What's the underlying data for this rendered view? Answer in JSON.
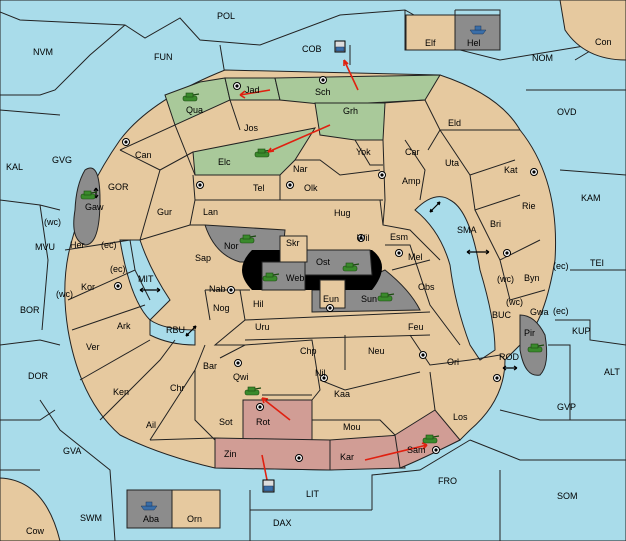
{
  "labels": {
    "POL": "POL",
    "NVM": "NVM",
    "FUN": "FUN",
    "COB": "COB",
    "Elf": "Elf",
    "Hel": "Hel",
    "Con": "Con",
    "NOM": "NOM",
    "Jad": "Jad",
    "Qua": "Qua",
    "Sch": "Sch",
    "Jos": "Jos",
    "Grh": "Grh",
    "Eld": "Eld",
    "OVD": "OVD",
    "Can": "Can",
    "Elc": "Elc",
    "Nar": "Nar",
    "Yok": "Yok",
    "Car": "Car",
    "Uta": "Uta",
    "Kat": "Kat",
    "KAL": "KAL",
    "GVG": "GVG",
    "GOR": "GOR",
    "Gaw": "Gaw",
    "Tel": "Tel",
    "Olk": "Olk",
    "Amp": "Amp",
    "KAM": "KAM",
    "Gur": "Gur",
    "Lan": "Lan",
    "Hug": "Hug",
    "Rie": "Rie",
    "Bri": "Bri",
    "wc1": "(wc)",
    "Her": "Her",
    "ec1": "(ec)",
    "Nor": "Nor",
    "Skr": "Skr",
    "Wil": "Wil",
    "Esm": "Esm",
    "SMA": "SMA",
    "MVU": "MVU",
    "Sap": "Sap",
    "Ost": "Ost",
    "Mel": "Mel",
    "TEI": "TEI",
    "ec2": "(ec)",
    "Kor": "Kor",
    "MIT": "MIT",
    "Web": "Web",
    "wc2": "(wc)",
    "Byn": "Byn",
    "ec3": "(ec)",
    "wc3": "(wc)",
    "Nab": "Nab",
    "Eun": "Eun",
    "Sun": "Sun",
    "Obs": "Obs",
    "BOR": "BOR",
    "Hil": "Hil",
    "wc4": "(wc)",
    "Gwa": "Gwa",
    "ec4": "(ec)",
    "Ark": "Ark",
    "RBU": "RBU",
    "Nog": "Nog",
    "BUC": "BUC",
    "KUP": "KUP",
    "Uru": "Uru",
    "Feu": "Feu",
    "Pir": "Pir",
    "Ver": "Ver",
    "Chp": "Chp",
    "Neu": "Neu",
    "Bar": "Bar",
    "Orl": "Orl",
    "ROD": "ROD",
    "DOR": "DOR",
    "Qwi": "Qwi",
    "Nil": "Nil",
    "ALT": "ALT",
    "Ken": "Ken",
    "Chr": "Chr",
    "Kaa": "Kaa",
    "GVP": "GVP",
    "Rot": "Rot",
    "Ail": "Ail",
    "Sot": "Sot",
    "Los": "Los",
    "Mou": "Mou",
    "GVA": "GVA",
    "Zin": "Zin",
    "Kar": "Kar",
    "Sam": "Sam",
    "LIT": "LIT",
    "FRO": "FRO",
    "SOM": "SOM",
    "SWM": "SWM",
    "Aba": "Aba",
    "Orn": "Orn",
    "DAX": "DAX",
    "Cow": "Cow"
  },
  "colors": {
    "sea": "#a9dcea",
    "land": "#e6c99f",
    "green_power": "#a9c99a",
    "pink_power": "#d19d95",
    "impassable": "#8c8c8c",
    "order_arrow": "#e02010"
  },
  "units": [
    {
      "type": "army",
      "icon": "tank-icon",
      "at": "Qua"
    },
    {
      "type": "army",
      "icon": "tank-icon",
      "at": "Elc"
    },
    {
      "type": "army",
      "icon": "tank-icon",
      "at": "Gaw"
    },
    {
      "type": "army",
      "icon": "tank-icon",
      "at": "Nor"
    },
    {
      "type": "army",
      "icon": "tank-icon",
      "at": "Web"
    },
    {
      "type": "army",
      "icon": "tank-icon",
      "at": "Ost"
    },
    {
      "type": "army",
      "icon": "tank-icon",
      "at": "Sun"
    },
    {
      "type": "army",
      "icon": "tank-icon",
      "at": "Pir"
    },
    {
      "type": "army",
      "icon": "tank-icon",
      "at": "Sam"
    },
    {
      "type": "fleet",
      "icon": "fleet-icon",
      "at": "Hel"
    },
    {
      "type": "fleet",
      "icon": "fleet-icon",
      "at": "Aba"
    },
    {
      "type": "army",
      "icon": "tank-icon",
      "at": "Qwi"
    }
  ]
}
